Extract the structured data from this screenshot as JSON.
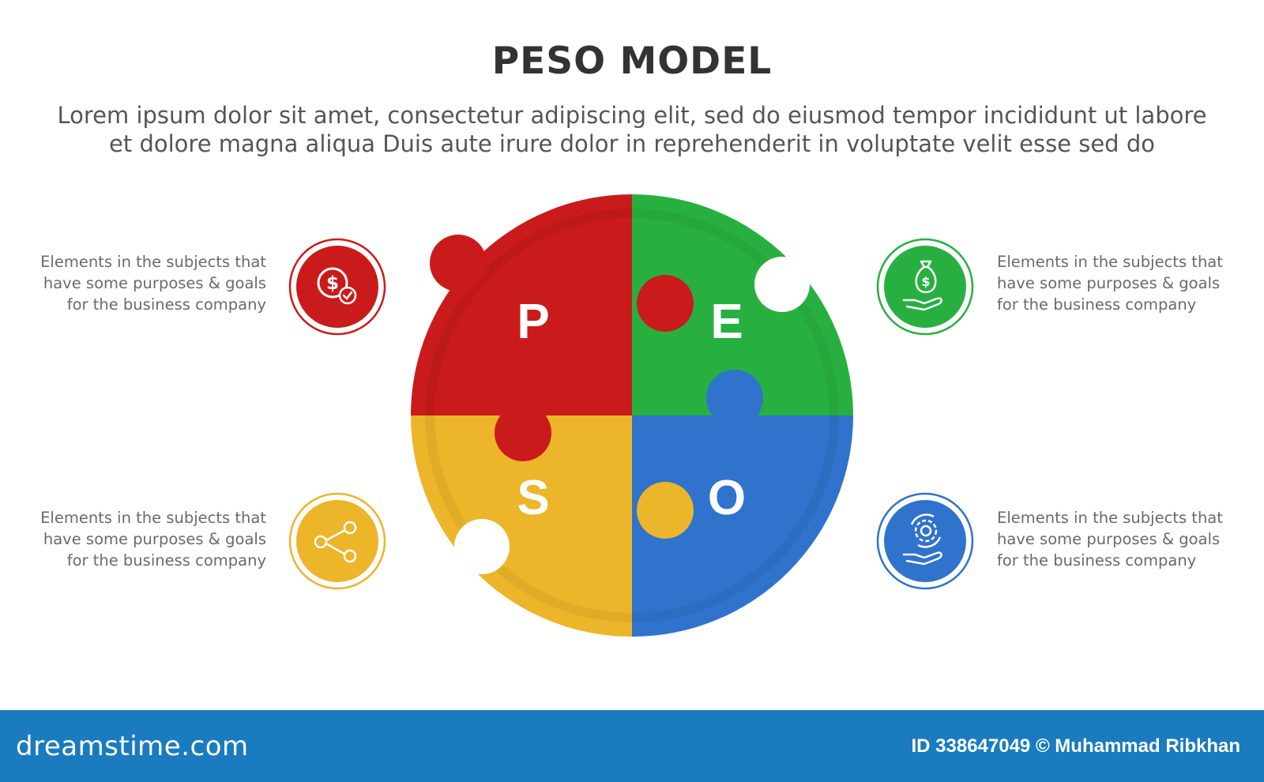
{
  "header": {
    "title": "PESO MODEL",
    "subtitle_line1": "Lorem ipsum dolor sit amet, consectetur adipiscing elit, sed do eiusmod tempor incididunt ut labore",
    "subtitle_line2": "et dolore magna aliqua Duis aute irure dolor in reprehenderit in voluptate velit esse sed do"
  },
  "pieces": [
    {
      "letter": "P",
      "color": "#c91b1b"
    },
    {
      "letter": "E",
      "color": "#27b040"
    },
    {
      "letter": "S",
      "color": "#ecb52a"
    },
    {
      "letter": "O",
      "color": "#2f73cc"
    }
  ],
  "items": [
    {
      "line1": "Elements in the subjects that",
      "line2": "have  some purposes & goals",
      "line3": "for the  business company",
      "icon": "dollar-check-icon",
      "color": "#c91b1b"
    },
    {
      "line1": "Elements in the subjects that",
      "line2": "have  some purposes & goals",
      "line3": "for the  business company",
      "icon": "money-bag-hand-icon",
      "color": "#27b040"
    },
    {
      "line1": "Elements in the subjects that",
      "line2": "have  some purposes & goals",
      "line3": "for the  business company",
      "icon": "share-icon",
      "color": "#ecb52a"
    },
    {
      "line1": "Elements in the subjects that",
      "line2": "have  some purposes & goals",
      "line3": "for the  business company",
      "icon": "gear-hand-icon",
      "color": "#2f73cc"
    }
  ],
  "footer": {
    "brand": "dreamstime.com",
    "credit": "ID 338647049 © Muhammad Ribkhan"
  }
}
